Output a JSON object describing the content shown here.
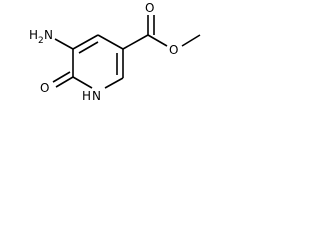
{
  "molecule": {
    "labels": {
      "amino_h": "H",
      "amino_sub": "2",
      "amino_n": "N",
      "ketone_o": "O",
      "ring_h": "H",
      "ring_n": "N",
      "ester_carbonyl_o": "O",
      "ester_ether_o": "O"
    },
    "line_color": "#000000"
  }
}
